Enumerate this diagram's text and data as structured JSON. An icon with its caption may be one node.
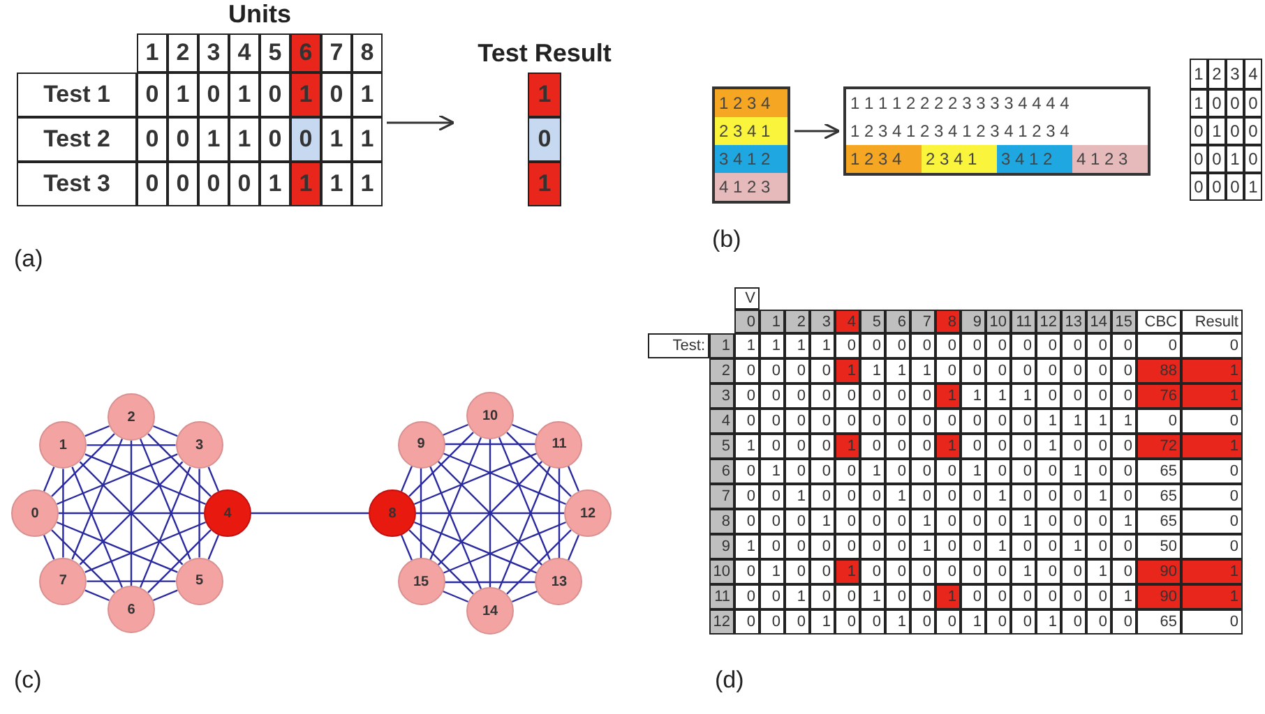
{
  "diagram": {
    "nodes": [
      {
        "text": [
          "Units",
          "1",
          "2",
          "3",
          "4",
          "5",
          "6",
          "7",
          "8",
          "Test 1",
          "0",
          "1",
          "0",
          "1",
          "0",
          "1",
          "0",
          "1",
          "Test 2",
          "0",
          "0",
          "1",
          "1",
          "0",
          "0",
          "1",
          "1",
          "Test 3",
          "0",
          "0",
          "0",
          "0",
          "1",
          "1",
          "1",
          "1"
        ]
      },
      {
        "text": [
          "Test Result",
          "1",
          "0",
          "1"
        ]
      },
      {
        "text": [
          "1 2 3 4",
          "2 3 4 1",
          "3 4 1 2",
          "4 1 2 3"
        ]
      },
      {
        "text": [
          "1 1 1 1 2 2 2 2 3 3 3 3 4 4 4 4",
          "1 2 3 4 1 2 3 4 1 2 3 4 1 2 3 4",
          "1 2 3 4",
          "2 3 4 1",
          "3 4 1 2",
          "4 1 2 3"
        ]
      },
      {
        "text": [
          "1",
          "2",
          "3",
          "4",
          "1",
          "0",
          "0",
          "0",
          "0",
          "1",
          "0",
          "0",
          "0",
          "0",
          "1",
          "0",
          "0",
          "0",
          "0",
          "1"
        ]
      },
      {
        "text": [
          "0"
        ]
      },
      {
        "text": [
          "1"
        ]
      },
      {
        "text": [
          "2"
        ]
      },
      {
        "text": [
          "3"
        ]
      },
      {
        "text": [
          "4"
        ]
      },
      {
        "text": [
          "5"
        ]
      },
      {
        "text": [
          "6"
        ]
      },
      {
        "text": [
          "7"
        ]
      },
      {
        "text": [
          "8"
        ]
      },
      {
        "text": [
          "9"
        ]
      },
      {
        "text": [
          "10"
        ]
      },
      {
        "text": [
          "11"
        ]
      },
      {
        "text": [
          "12"
        ]
      },
      {
        "text": [
          "13"
        ]
      },
      {
        "text": [
          "14"
        ]
      },
      {
        "text": [
          "15"
        ]
      },
      {
        "text": [
          "V",
          "0",
          "1",
          "2",
          "3",
          "4",
          "5",
          "6",
          "7",
          "8",
          "9",
          "10",
          "11",
          "12",
          "13",
          "14",
          "15",
          "CBC",
          "Result",
          "Test:",
          "1",
          "1",
          "1",
          "1",
          "1",
          "0",
          "0",
          "0",
          "0",
          "0",
          "0",
          "0",
          "0",
          "0",
          "0",
          "0",
          "0",
          "0",
          "0",
          "2",
          "0",
          "0",
          "0",
          "0",
          "1",
          "1",
          "1",
          "1",
          "0",
          "0",
          "0",
          "0",
          "0",
          "0",
          "0",
          "0",
          "88",
          "1",
          "3",
          "0",
          "0",
          "0",
          "0",
          "0",
          "0",
          "0",
          "0",
          "1",
          "1",
          "1",
          "1",
          "0",
          "0",
          "0",
          "0",
          "76",
          "1",
          "4",
          "0",
          "0",
          "0",
          "0",
          "0",
          "0",
          "0",
          "0",
          "0",
          "0",
          "0",
          "0",
          "1",
          "1",
          "1",
          "1",
          "0",
          "0",
          "5",
          "1",
          "0",
          "0",
          "0",
          "1",
          "0",
          "0",
          "0",
          "1",
          "0",
          "0",
          "0",
          "1",
          "0",
          "0",
          "0",
          "72",
          "1",
          "6",
          "0",
          "1",
          "0",
          "0",
          "0",
          "1",
          "0",
          "0",
          "0",
          "1",
          "0",
          "0",
          "0",
          "1",
          "0",
          "0",
          "65",
          "0",
          "7",
          "0",
          "0",
          "1",
          "0",
          "0",
          "0",
          "1",
          "0",
          "0",
          "0",
          "1",
          "0",
          "0",
          "0",
          "1",
          "0",
          "65",
          "0",
          "8",
          "0",
          "0",
          "0",
          "1",
          "0",
          "0",
          "0",
          "1",
          "0",
          "0",
          "0",
          "1",
          "0",
          "0",
          "0",
          "1",
          "65",
          "0",
          "9",
          "1",
          "0",
          "0",
          "0",
          "0",
          "0",
          "0",
          "1",
          "0",
          "0",
          "1",
          "0",
          "0",
          "1",
          "0",
          "0",
          "50",
          "0",
          "10",
          "0",
          "1",
          "0",
          "0",
          "1",
          "0",
          "0",
          "0",
          "0",
          "0",
          "0",
          "1",
          "0",
          "0",
          "1",
          "0",
          "90",
          "1",
          "11",
          "0",
          "0",
          "1",
          "0",
          "0",
          "1",
          "0",
          "0",
          "1",
          "0",
          "0",
          "0",
          "0",
          "0",
          "0",
          "1",
          "90",
          "1",
          "12",
          "0",
          "0",
          "0",
          "1",
          "0",
          "0",
          "1",
          "0",
          "0",
          "1",
          "0",
          "0",
          "1",
          "0",
          "0",
          "0",
          "65",
          "0"
        ]
      }
    ],
    "edges": [
      {
        "from": 0,
        "to": 1,
        "arrow": "to",
        "color": "#333333"
      },
      {
        "from": 2,
        "to": 3,
        "arrow": "to",
        "color": "#333333"
      },
      {
        "from": 5,
        "to": 6,
        "arrow": "none"
      },
      {
        "from": 5,
        "to": 7,
        "arrow": "none"
      },
      {
        "from": 5,
        "to": 8,
        "arrow": "none"
      },
      {
        "from": 5,
        "to": 9,
        "arrow": "none"
      },
      {
        "from": 5,
        "to": 10,
        "arrow": "none"
      },
      {
        "from": 5,
        "to": 11,
        "arrow": "none"
      },
      {
        "from": 5,
        "to": 12,
        "arrow": "none"
      },
      {
        "from": 6,
        "to": 7,
        "arrow": "none"
      },
      {
        "from": 6,
        "to": 8,
        "arrow": "none"
      },
      {
        "from": 6,
        "to": 9,
        "arrow": "none"
      },
      {
        "from": 6,
        "to": 10,
        "arrow": "none"
      },
      {
        "from": 6,
        "to": 11,
        "arrow": "none"
      },
      {
        "from": 6,
        "to": 12,
        "arrow": "none"
      },
      {
        "from": 7,
        "to": 8,
        "arrow": "none"
      },
      {
        "from": 7,
        "to": 9,
        "arrow": "none"
      },
      {
        "from": 7,
        "to": 10,
        "arrow": "none"
      },
      {
        "from": 7,
        "to": 11,
        "arrow": "none"
      },
      {
        "from": 7,
        "to": 12,
        "arrow": "none"
      },
      {
        "from": 8,
        "to": 9,
        "arrow": "none"
      },
      {
        "from": 8,
        "to": 10,
        "arrow": "none"
      },
      {
        "from": 8,
        "to": 11,
        "arrow": "none"
      },
      {
        "from": 8,
        "to": 12,
        "arrow": "none"
      },
      {
        "from": 9,
        "to": 10,
        "arrow": "none"
      },
      {
        "from": 9,
        "to": 11,
        "arrow": "none"
      },
      {
        "from": 9,
        "to": 12,
        "arrow": "none"
      },
      {
        "from": 10,
        "to": 11,
        "arrow": "none"
      },
      {
        "from": 10,
        "to": 12,
        "arrow": "none"
      },
      {
        "from": 11,
        "to": 12,
        "arrow": "none"
      },
      {
        "from": 13,
        "to": 14,
        "arrow": "none"
      },
      {
        "from": 13,
        "to": 15,
        "arrow": "none"
      },
      {
        "from": 13,
        "to": 16,
        "arrow": "none"
      },
      {
        "from": 13,
        "to": 17,
        "arrow": "none"
      },
      {
        "from": 13,
        "to": 18,
        "arrow": "none"
      },
      {
        "from": 13,
        "to": 19,
        "arrow": "none"
      },
      {
        "from": 13,
        "to": 20,
        "arrow": "none"
      },
      {
        "from": 14,
        "to": 15,
        "arrow": "none"
      },
      {
        "from": 14,
        "to": 16,
        "arrow": "none"
      },
      {
        "from": 14,
        "to": 17,
        "arrow": "none"
      },
      {
        "from": 14,
        "to": 18,
        "arrow": "none"
      },
      {
        "from": 14,
        "to": 19,
        "arrow": "none"
      },
      {
        "from": 14,
        "to": 20,
        "arrow": "none"
      },
      {
        "from": 15,
        "to": 16,
        "arrow": "none"
      },
      {
        "from": 15,
        "to": 17,
        "arrow": "none"
      },
      {
        "from": 15,
        "to": 18,
        "arrow": "none"
      },
      {
        "from": 15,
        "to": 19,
        "arrow": "none"
      },
      {
        "from": 15,
        "to": 20,
        "arrow": "none"
      },
      {
        "from": 16,
        "to": 17,
        "arrow": "none"
      },
      {
        "from": 16,
        "to": 18,
        "arrow": "none"
      },
      {
        "from": 16,
        "to": 19,
        "arrow": "none"
      },
      {
        "from": 16,
        "to": 20,
        "arrow": "none"
      },
      {
        "from": 17,
        "to": 18,
        "arrow": "none"
      },
      {
        "from": 17,
        "to": 19,
        "arrow": "none"
      },
      {
        "from": 17,
        "to": 20,
        "arrow": "none"
      },
      {
        "from": 18,
        "to": 19,
        "arrow": "none"
      },
      {
        "from": 18,
        "to": 20,
        "arrow": "none"
      },
      {
        "from": 19,
        "to": 20,
        "arrow": "none"
      },
      {
        "from": 9,
        "to": 13,
        "arrow": "none"
      }
    ],
    "labels": [
      "(a)",
      "(b)",
      "(c)",
      "(d)"
    ]
  }
}
